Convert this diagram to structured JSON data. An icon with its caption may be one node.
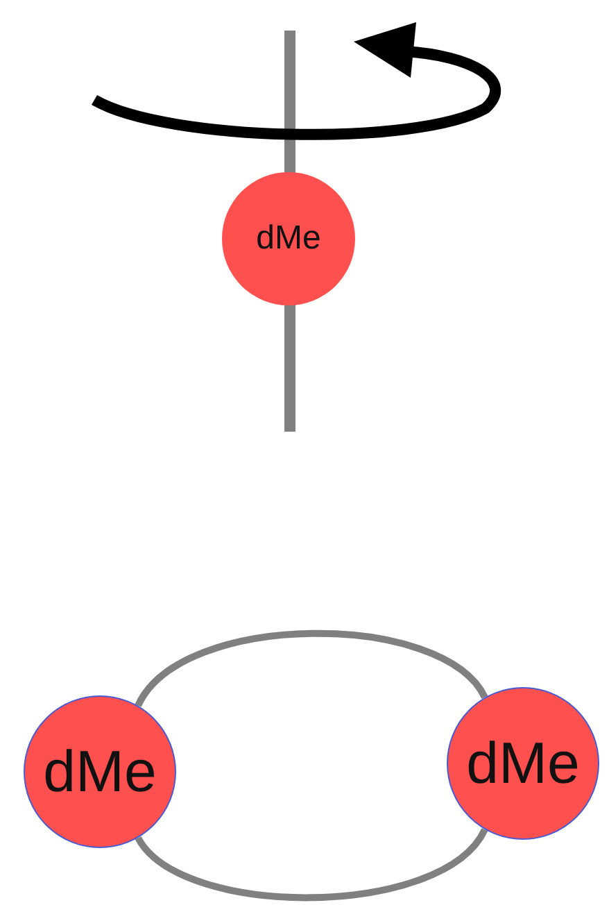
{
  "diagram": {
    "nodes": [
      {
        "text": [
          "dMe"
        ]
      },
      {
        "text": [
          "dMe"
        ]
      },
      {
        "text": [
          "dMe"
        ]
      }
    ],
    "edges": [
      {
        "from": 1,
        "to": 2,
        "arrow": "none"
      },
      {
        "from": 1,
        "to": 2,
        "arrow": "none"
      }
    ]
  }
}
